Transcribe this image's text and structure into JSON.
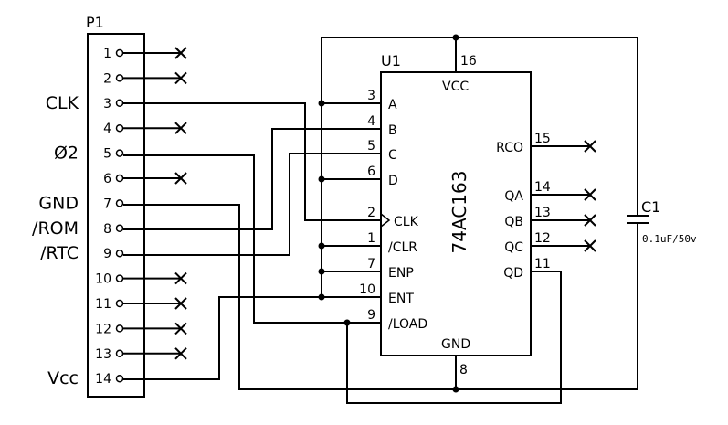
{
  "connector": {
    "ref": "P1",
    "pins": [
      {
        "num": "1",
        "label": "",
        "nc": true
      },
      {
        "num": "2",
        "label": "",
        "nc": true
      },
      {
        "num": "3",
        "label": "CLK",
        "nc": false
      },
      {
        "num": "4",
        "label": "",
        "nc": true
      },
      {
        "num": "5",
        "label": "Ø2",
        "nc": false
      },
      {
        "num": "6",
        "label": "",
        "nc": true
      },
      {
        "num": "7",
        "label": "GND",
        "nc": false
      },
      {
        "num": "8",
        "label": "/ROM",
        "nc": false
      },
      {
        "num": "9",
        "label": "/RTC",
        "nc": false
      },
      {
        "num": "10",
        "label": "",
        "nc": true
      },
      {
        "num": "11",
        "label": "",
        "nc": true
      },
      {
        "num": "12",
        "label": "",
        "nc": true
      },
      {
        "num": "13",
        "label": "",
        "nc": true
      },
      {
        "num": "14",
        "label": "Vcc",
        "nc": false
      }
    ]
  },
  "chip": {
    "ref": "U1",
    "part": "74AC163",
    "vcc_label": "VCC",
    "vcc_pin": "16",
    "gnd_label": "GND",
    "gnd_pin": "8",
    "left_pins": [
      {
        "num": "3",
        "name": "A"
      },
      {
        "num": "4",
        "name": "B"
      },
      {
        "num": "5",
        "name": "C"
      },
      {
        "num": "6",
        "name": "D"
      },
      {
        "num": "2",
        "name": "CLK",
        "clock": true
      },
      {
        "num": "1",
        "name": "/CLR"
      },
      {
        "num": "7",
        "name": "ENP"
      },
      {
        "num": "10",
        "name": "ENT"
      },
      {
        "num": "9",
        "name": "/LOAD"
      }
    ],
    "right_pins": [
      {
        "num": "15",
        "name": "RCO",
        "nc": true
      },
      {
        "num": "14",
        "name": "QA",
        "nc": true
      },
      {
        "num": "13",
        "name": "QB",
        "nc": true
      },
      {
        "num": "12",
        "name": "QC",
        "nc": true
      },
      {
        "num": "11",
        "name": "QD",
        "nc": false
      }
    ]
  },
  "capacitor": {
    "ref": "C1",
    "value": "0.1uF/50v"
  }
}
